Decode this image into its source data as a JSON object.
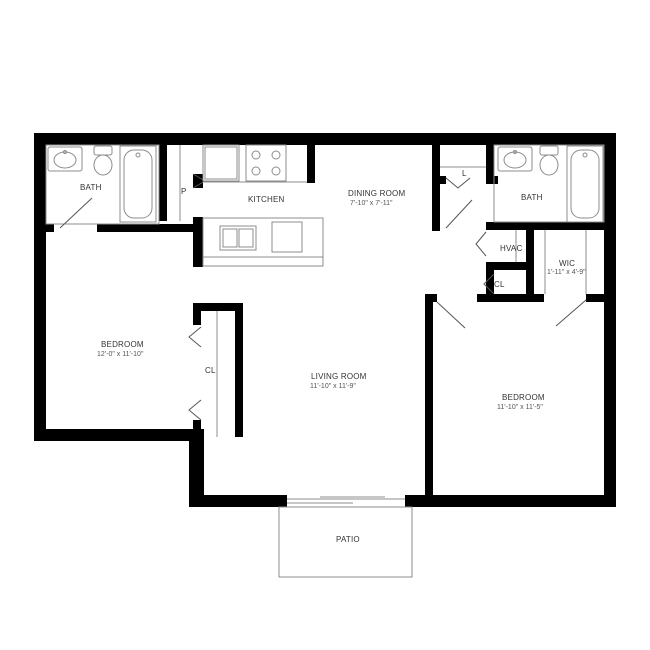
{
  "rooms": {
    "bath_left": {
      "name": "BATH"
    },
    "kitchen": {
      "name": "KITCHEN"
    },
    "pantry": {
      "name": "P"
    },
    "dining": {
      "name": "DINING ROOM",
      "size": "7'-10\" x 7'-11\""
    },
    "laundry": {
      "name": "L"
    },
    "bath_right": {
      "name": "BATH"
    },
    "hvac": {
      "name": "HVAC"
    },
    "closet_small": {
      "name": "CL"
    },
    "wic": {
      "name": "WIC",
      "size": "1'-11\" x 4'-9\""
    },
    "bedroom_left": {
      "name": "BEDROOM",
      "size": "12'-0\" x 11'-10\""
    },
    "closet_left": {
      "name": "CL"
    },
    "living": {
      "name": "LIVING ROOM",
      "size": "11'-10\" x 11'-9\""
    },
    "bedroom_right": {
      "name": "BEDROOM",
      "size": "11'-10\" x 11'-5\""
    },
    "patio": {
      "name": "PATIO"
    }
  },
  "colors": {
    "wall": "#000000",
    "fixture": "#8c8c8c",
    "text": "#333333"
  }
}
